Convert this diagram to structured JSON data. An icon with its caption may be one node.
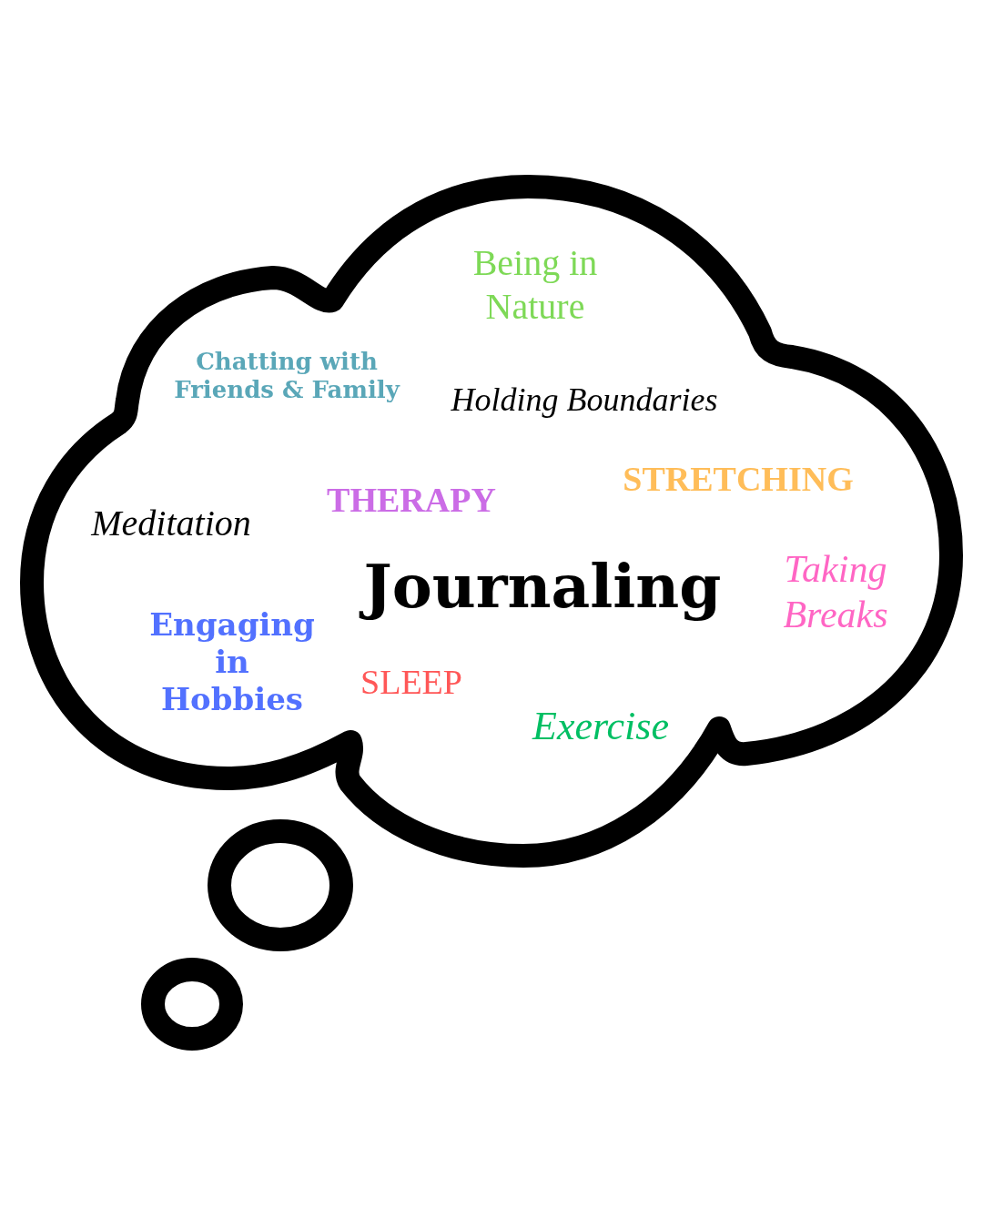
{
  "diagram": {
    "nodes": [
      {
        "text": [
          "Being in Nature",
          "Chatting with Friends & Family",
          "Holding Boundaries",
          "STRETCHING",
          "THERAPY",
          "Meditation",
          "Journaling",
          "Taking Breaks",
          "Engaging in Hobbies",
          "SLEEP",
          "Exercise"
        ]
      },
      {
        "text": [],
        "shape": "circle"
      },
      {
        "text": [],
        "shape": "circle"
      }
    ]
  }
}
